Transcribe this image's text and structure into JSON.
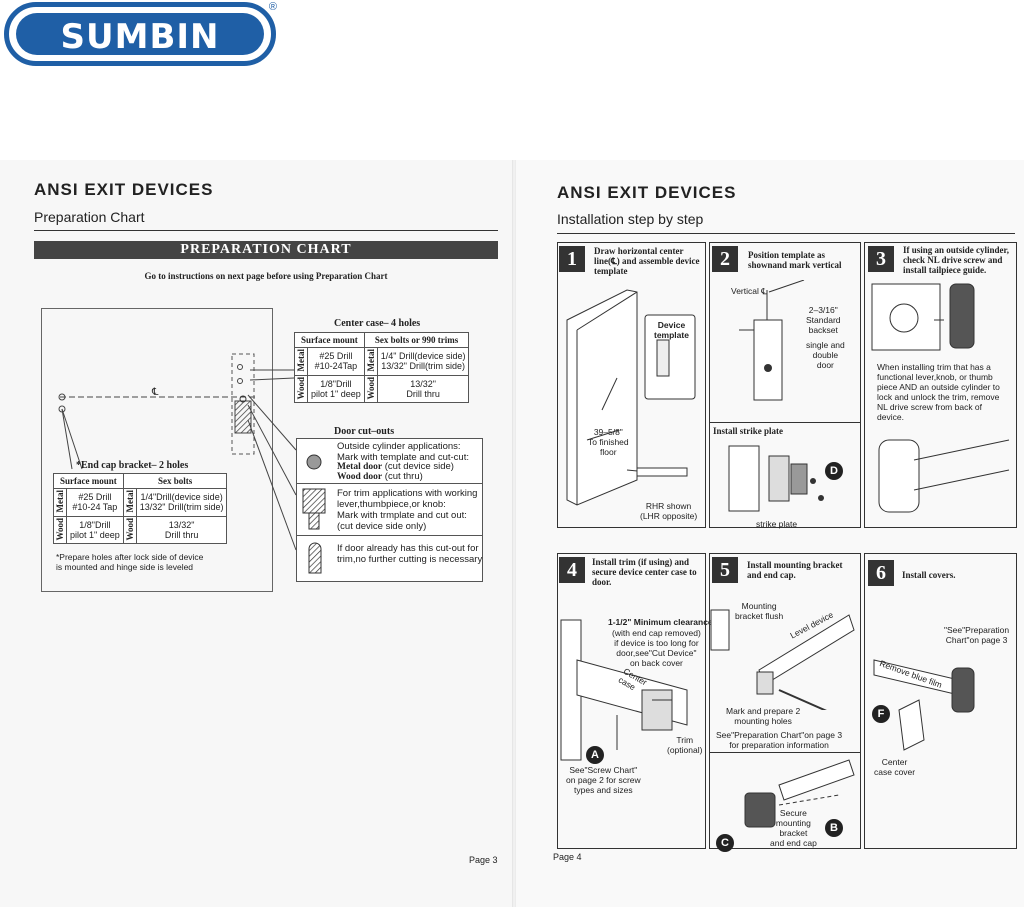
{
  "logo": {
    "text": "SUMBIN",
    "registered": "®"
  },
  "left": {
    "title": "ANSI EXIT DEVICES",
    "subtitle": "Preparation Chart",
    "band": "PREPARATION CHART",
    "instruction": "Go to instructions on next page before using Preparation Chart",
    "cl": "℄",
    "center_case": {
      "title": "Center case– 4 holes",
      "headers": [
        "Surface mount",
        "Sex bolts or 990 trims"
      ],
      "rows": [
        {
          "material": "Metal",
          "surface": "#25 Drill\n#10-24Tap",
          "bolt_label": "Metal",
          "bolts": "1/4\" Drill(device side)\n13/32\" Drill(trim side)"
        },
        {
          "material": "Wood",
          "surface": "1/8\"Drill\npilot 1\" deep",
          "bolt_label": "Wood",
          "bolts": "13/32\"\nDrill thru"
        }
      ]
    },
    "end_cap": {
      "title": "*End cap bracket– 2 holes",
      "headers": [
        "Surface mount",
        "Sex bolts"
      ],
      "rows": [
        {
          "material": "Metal",
          "surface": "#25 Drill\n#10-24 Tap",
          "bolt_label": "Metal",
          "bolts": "1/4\"Drill(device side)\n13/32\" Drill(trim side)"
        },
        {
          "material": "Wood",
          "surface": "1/8\"Drill\npilot 1\" deep",
          "bolt_label": "Wood",
          "bolts": "13/32\"\nDrill thru"
        }
      ],
      "note": "*Prepare holes after lock side of device\nis mounted and hinge side is leveled"
    },
    "cutouts": {
      "title": "Door cut–outs",
      "items": [
        {
          "text": "Outside cylinder applications:\nMark with template and cut-cut:",
          "b1": "Metal door",
          "t1": " (cut device side)",
          "b2": "Wood door",
          "t2": " (cut thru)"
        },
        {
          "text": "For trim applications with working\nlever,thumbpiece,or knob:\nMark with trmplate and cut out:\n(cut device side only)"
        },
        {
          "text": "If door already has this cut-out for\ntrim,no further cutting is necessary"
        }
      ]
    },
    "page_no": "Page 3"
  },
  "right": {
    "title": "ANSI EXIT DEVICES",
    "subtitle": "Installation step by step",
    "steps": [
      {
        "num": "1",
        "title": "Draw horizontal center line(℄) and assemble device template"
      },
      {
        "num": "2",
        "title": "Position template as shownand mark vertical"
      },
      {
        "num": "3",
        "title": "If using an outside cylinder, check NL drive screw and install tailpiece guide."
      },
      {
        "num": "4",
        "title": "Install trim (if using) and secure device center case to door."
      },
      {
        "num": "5",
        "title": "Install mounting bracket and end cap."
      },
      {
        "num": "6",
        "title": "Install covers."
      }
    ],
    "labels": {
      "device_template": "Device\ntemplate",
      "floor_dim": "39–5/8\"\nTo finished\nfloor",
      "rhr": "RHR shown\n(LHR opposite)",
      "vertical": "Vertical ℄",
      "backset": "2–3/16\"\nStandard\nbackset",
      "single_double": "single and\ndouble\ndoor",
      "strike_title": "Install strike plate",
      "strike_plate": "strike plate",
      "step3_text": "When installing trim that has a functional lever,knob, or thumb piece AND an outside cylinder to lock and unlock the trim, remove NL drive screw from back of device.",
      "clearance": "1-1/2\" Minimum clearance",
      "clearance_note": "(with end cap removed)\nif device is too long for\ndoor,see\"Cut Device\"\non back cover",
      "center_case": "Center\ncase",
      "trim_optional": "Trim\n(optional)",
      "screw_chart": "See\"Screw Chart\"\non page 2 for screw\ntypes and sizes",
      "mounting_flush": "Mounting\nbracket flush",
      "level_device": "Level device",
      "mark_prepare": "Mark and prepare 2\nmounting holes",
      "see_prep": "See\"Preparation Chart\"on page 3\nfor preparation information",
      "secure_mounting": "Secure\nmounting\nbracket\nand end cap",
      "see_prep6": "\"See\"Preparation\nChart\"on page 3",
      "remove_film": "Remove blue film",
      "center_case_cover": "Center\ncase cover",
      "A": "A",
      "B": "B",
      "C": "C",
      "D": "D",
      "F": "F"
    },
    "page_no": "Page 4"
  }
}
